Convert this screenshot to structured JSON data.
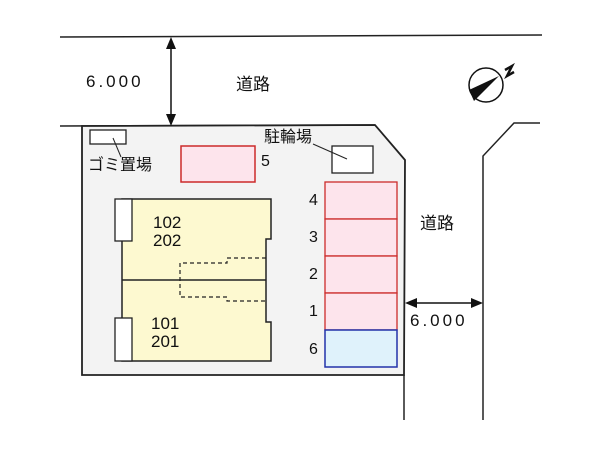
{
  "diagram": {
    "type": "site_plan",
    "colors": {
      "lot_fill": "#f3f3f3",
      "building_fill": "#fdf9d0",
      "parking_fill": "#fde4ec",
      "parking_border": "#cc2b2b",
      "bike_parking_fill": "#dff2fb",
      "bike_parking_border": "#2233aa",
      "line": "#222222"
    },
    "roads": {
      "north": {
        "label": "道路",
        "width_label": "6.000"
      },
      "east": {
        "label": "道路",
        "width_label": "6.000"
      }
    },
    "compass": {
      "label": "N"
    },
    "building": {
      "upper_unit": {
        "line1": "102",
        "line2": "202"
      },
      "lower_unit": {
        "line1": "101",
        "line2": "201"
      }
    },
    "facilities": {
      "garbage": {
        "label": "ゴミ置場"
      },
      "bicycle_parking": {
        "label": "駐輪場"
      }
    },
    "parking_spaces": [
      {
        "number": "5",
        "type": "car"
      },
      {
        "number": "4",
        "type": "car"
      },
      {
        "number": "3",
        "type": "car"
      },
      {
        "number": "2",
        "type": "car"
      },
      {
        "number": "1",
        "type": "car"
      },
      {
        "number": "6",
        "type": "bike"
      }
    ]
  }
}
